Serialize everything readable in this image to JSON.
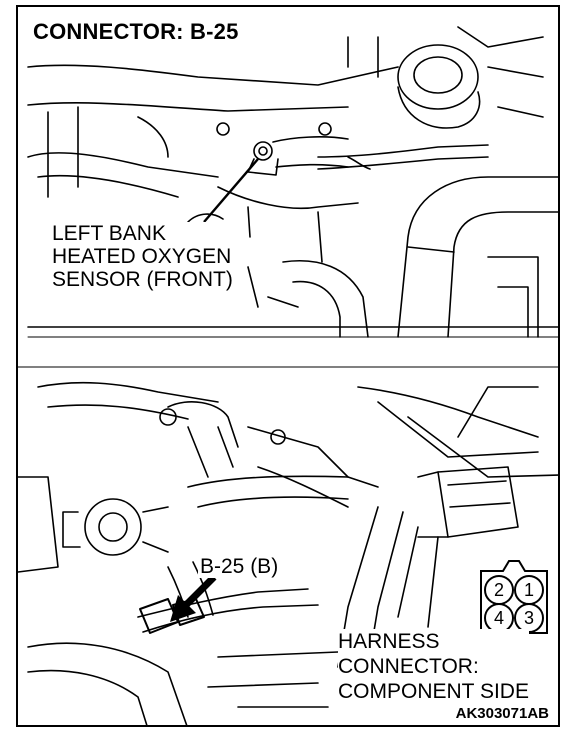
{
  "diagram": {
    "title": "CONNECTOR: B-25",
    "sensor_label": {
      "lines": [
        "LEFT BANK",
        "HEATED OXYGEN",
        "SENSOR (FRONT)"
      ]
    },
    "connector_label": "B-25 (B)",
    "harness_label": {
      "lines": [
        "HARNESS",
        "CONNECTOR:",
        "COMPONENT SIDE"
      ]
    },
    "pins": {
      "top_left": "2",
      "top_right": "1",
      "bottom_left": "4",
      "bottom_right": "3"
    },
    "figure_code": "AK303071AB"
  }
}
